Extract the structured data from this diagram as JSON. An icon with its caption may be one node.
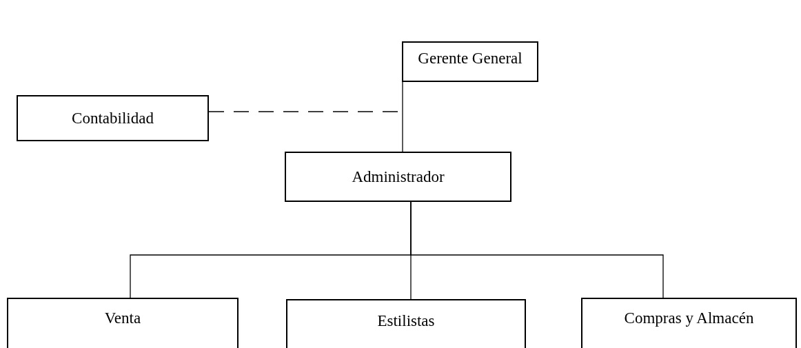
{
  "diagram": {
    "nodes": [
      {
        "text": [
          "Gerente General"
        ]
      },
      {
        "text": [
          "Contabilidad"
        ]
      },
      {
        "text": [
          "Administrador"
        ]
      },
      {
        "text": [
          "Venta"
        ]
      },
      {
        "text": [
          "Estilistas"
        ]
      },
      {
        "text": [
          "Compras y Almacén"
        ]
      }
    ],
    "edges": [
      {
        "from": 0,
        "to": 2,
        "arrow": "none"
      },
      {
        "from": 1,
        "to": null,
        "arrow": "none",
        "style": "dashed"
      },
      {
        "from": 2,
        "to": 3,
        "arrow": "none"
      },
      {
        "from": 2,
        "to": 4,
        "arrow": "none"
      },
      {
        "from": 2,
        "to": 5,
        "arrow": "none"
      }
    ]
  }
}
